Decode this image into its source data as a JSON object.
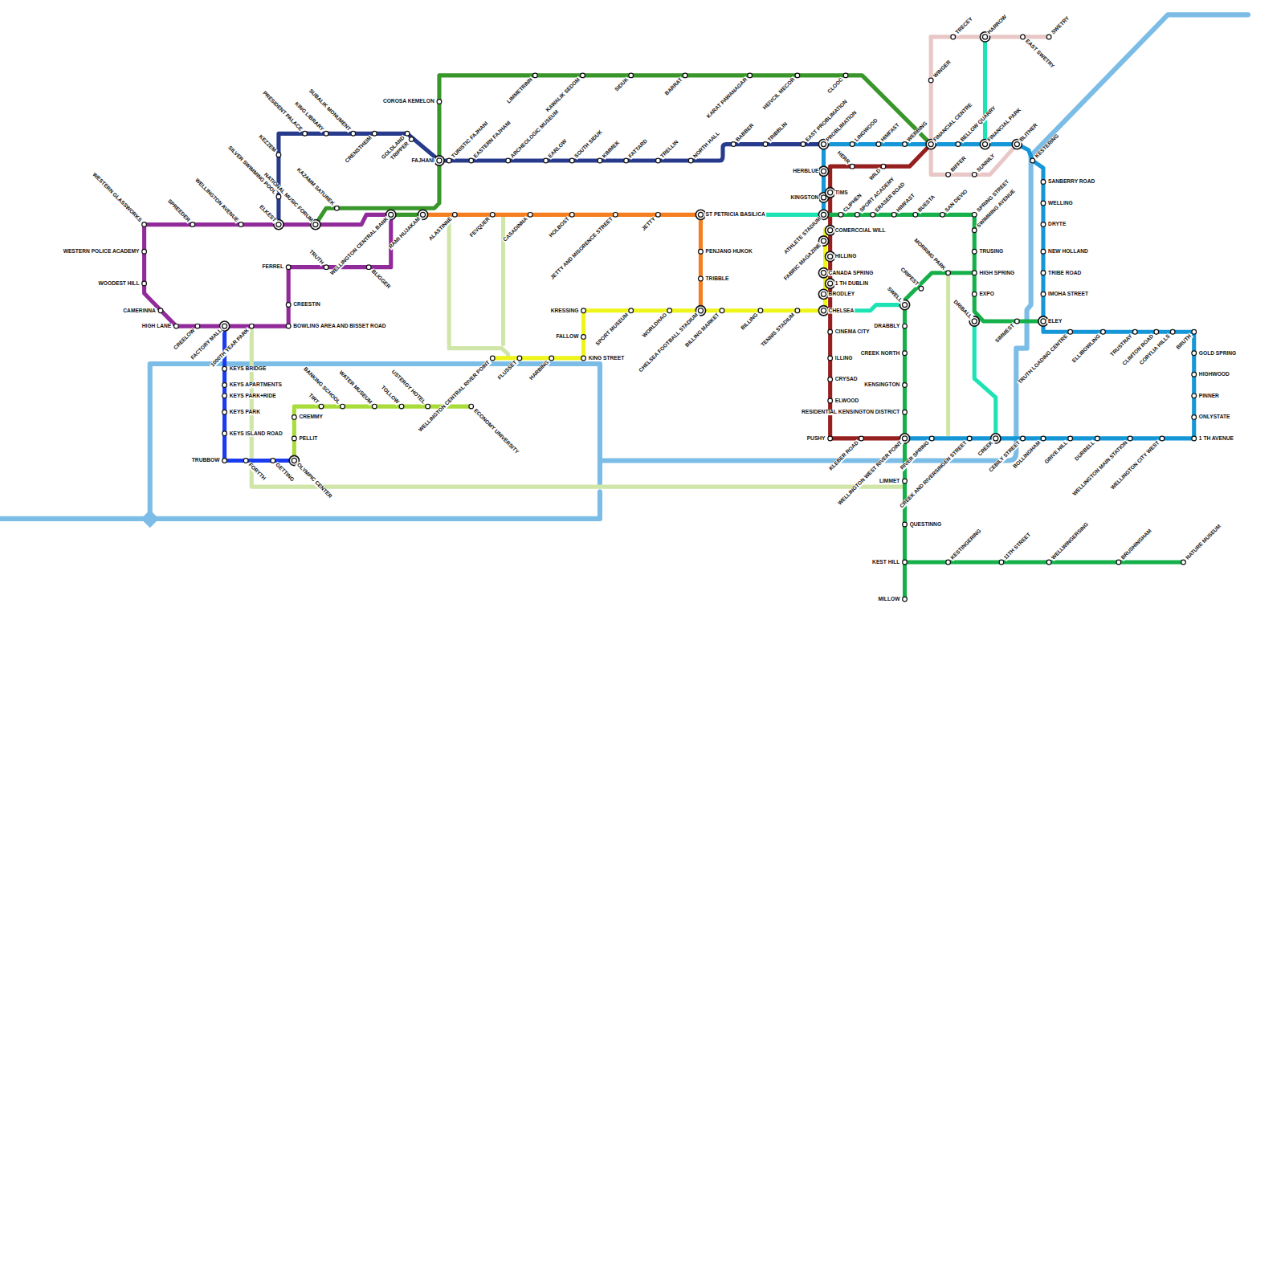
{
  "diagram": {
    "labels": [
      "WESTERN GLASSWORKS",
      "SPREEDER",
      "WELLINGTON AVENUE",
      "ELKEST",
      "NATIONAL MUSIC FORUM",
      "WELLINGTON CENTRAL BANK",
      "WESTERN POLICE ACADEMY",
      "WOODEST HILL",
      "CAMERINNA",
      "HIGH LANE",
      "CREELOW",
      "FACTORY MALL",
      "1000TH YEAR PARK",
      "BOWLING AREA AND BISSET ROAD",
      "CREESTIN",
      "FERREL",
      "TRUTH",
      "BLIGGER",
      "SILVER SWIMMING POOL",
      "KEZZEM",
      "PRESIDENT PALACE",
      "KING LIBRARY",
      "SUBALIK MONUMENT",
      "CRENSTHEIM",
      "GOLDLAND",
      "TRIPPER",
      "FAJHANI",
      "TURISTIC FAJHANI",
      "EASTERN FAJHANI",
      "ARCHEOLOGIC MUSEUM",
      "EARLOW",
      "SOUTH SIDUK",
      "KIMMEK",
      "FATTARD",
      "TRELLIN",
      "NORTH HALL",
      "BABBER",
      "TRIBBLIN",
      "EAST PROBLIMATION",
      "PROBLIMATION",
      "KAZAMM SATUREK",
      "COROSA KEMELON",
      "LIMMETRINN",
      "KAWALIK SEDOM",
      "SIDUK",
      "BARRAT",
      "KARAT PAWANAGAR",
      "HEIVCIL MECOR",
      "CLOOC",
      "RAMI HUJAKAM",
      "ALASTINNE",
      "FEVQUER",
      "CASADINNA",
      "HOLBOST",
      "JETTY AND MISORENCE STREET",
      "JETTY",
      "ST PETRICIA BASILICA",
      "PENJANG HUKOK",
      "TRIBBLE",
      "CHELSEA FOOTBALL STADIUM",
      "KRESSING",
      "SPORT MUSEUM",
      "WORLDHAO",
      "BILLING MARKET",
      "BILLING",
      "TENNIS STADIUM",
      "CHELSEA",
      "FALLOW",
      "KING STREET",
      "HARBING",
      "FLUSSET",
      "WELLINGTON CENTRAL RIVER POINT",
      "CREMMY",
      "PELLIT",
      "TIRT",
      "BANKING SCHOOL",
      "WATER MUSEUM",
      "TOLLOW",
      "USTERGY HOTEL",
      "ECONOMY UNIVERSITY",
      "OLYMPIC CENTER",
      "KEYS BRIDGE",
      "KEYS APARTMENTS",
      "KEYS PARK+RIDE",
      "KEYS PARK",
      "KEYS ISLAND ROAD",
      "TRUBBOW",
      "FORYTH",
      "GETTING",
      "HERBLUE",
      "KINGSTON",
      "TIMS",
      "COMERCCIAL WILL",
      "ATHLETE STADIUM",
      "FABRIC MAGAZINE",
      "HILLING",
      "CANADA SPRING",
      "1 TH DUBLIN",
      "BRODLEY",
      "CINEMA CITY",
      "ILLING",
      "CRYSAD",
      "ELWOOD",
      "PUSHY",
      "KLEBER ROAD",
      "WELLINGTON WEST RIVER POINT",
      "HERR",
      "WILD",
      "LINGWOOD",
      "HIMFAST",
      "WERBING",
      "FINANCIAL CENTRE",
      "BELLOW QUARRY",
      "FINANCIAL PARK",
      "BLITHER",
      "KESTERING",
      "WINGER",
      "TRECEY",
      "HARROW",
      "EAST SWETRY",
      "SWETRY",
      "BIFFER",
      "SUNNILY",
      "CLIPHEN",
      "SPORT ACADEMY",
      "ERASER ROAD",
      "HIMFAST",
      "BUESTA",
      "SAN DEVIO",
      "SPRING STREET",
      "SWIMMING AVENUE",
      "TRUSING",
      "HIGH SPRING",
      "EXPO",
      "DRIBALL",
      "MORRING PARK",
      "CRIPEST",
      "SWELL",
      "SIMMEST",
      "ELEY",
      "SANBERRY ROAD",
      "WELLING",
      "DRYTE",
      "NEW HOLLAND",
      "TRIBE ROAD",
      "IMOHA STREET",
      "TRUTH LOADING CENTRE",
      "ELLIBOWLING",
      "TRUSTRAY",
      "CLIMTON ROAD",
      "CORYLIA HILLS",
      "BRUTH",
      "GOLD SPRING",
      "HIGHWOOD",
      "PINNER",
      "ONLYSTATE",
      "1 TH AVENUE",
      "WELLINGTON CITY WEST",
      "WELLINGTON MAIN STATION",
      "DURBELL",
      "GRIVE HILL",
      "BOLLINGHAM",
      "CEBILY STREET",
      "CREEK",
      "CREEK AND RIVERSINGEN STREET",
      "RIVER SPRING",
      "DRABBLY",
      "CREEK NORTH",
      "KENSINGTON",
      "RESIDENTIAL KENSINGTON DISTRICT",
      "LIMMET",
      "QUESTINNG",
      "KEST HILL",
      "MILLOW",
      "KESTINGERING",
      "11TH STREET",
      "WELLWINGERSING",
      "BRUSHINGHAM",
      "NATURE MUSEUM"
    ]
  }
}
